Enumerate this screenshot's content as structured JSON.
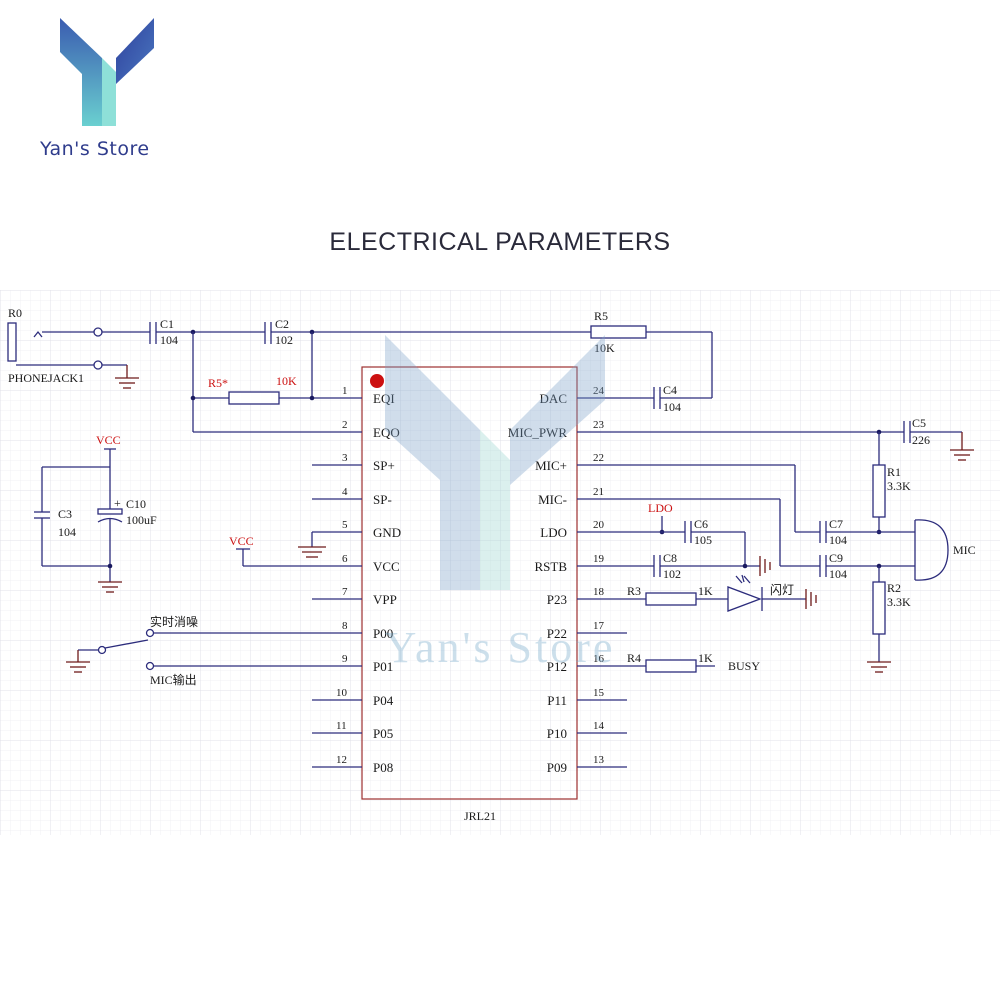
{
  "brand": {
    "name": "Yan's Store",
    "watermark": "Yan's Store"
  },
  "title": "ELECTRICAL PARAMETERS",
  "chip": {
    "name": "JRL21",
    "left_pins": [
      {
        "num": "1",
        "label": "EQI"
      },
      {
        "num": "2",
        "label": "EQO"
      },
      {
        "num": "3",
        "label": "SP+"
      },
      {
        "num": "4",
        "label": "SP-"
      },
      {
        "num": "5",
        "label": "GND"
      },
      {
        "num": "6",
        "label": "VCC"
      },
      {
        "num": "7",
        "label": "VPP"
      },
      {
        "num": "8",
        "label": "P00"
      },
      {
        "num": "9",
        "label": "P01"
      },
      {
        "num": "10",
        "label": "P04"
      },
      {
        "num": "11",
        "label": "P05"
      },
      {
        "num": "12",
        "label": "P08"
      }
    ],
    "right_pins": [
      {
        "num": "24",
        "label": "DAC"
      },
      {
        "num": "23",
        "label": "MIC_PWR"
      },
      {
        "num": "22",
        "label": "MIC+"
      },
      {
        "num": "21",
        "label": "MIC-"
      },
      {
        "num": "20",
        "label": "LDO"
      },
      {
        "num": "19",
        "label": "RSTB"
      },
      {
        "num": "18",
        "label": "P23"
      },
      {
        "num": "17",
        "label": "P22"
      },
      {
        "num": "16",
        "label": "P12"
      },
      {
        "num": "15",
        "label": "P11"
      },
      {
        "num": "14",
        "label": "P10"
      },
      {
        "num": "13",
        "label": "P09"
      }
    ]
  },
  "labels": {
    "r0": "R0",
    "phonejack": "PHONEJACK1",
    "c1_name": "C1",
    "c1_val": "104",
    "c2_name": "C2",
    "c2_val": "102",
    "r5star_name": "R5*",
    "r5star_val": "10K",
    "r5_name": "R5",
    "r5_val": "10K",
    "c4_name": "C4",
    "c4_val": "104",
    "c5_name": "C5",
    "c5_val": "226",
    "r1_name": "R1",
    "r1_val": "3.3K",
    "c7_name": "C7",
    "c7_val": "104",
    "c9_name": "C9",
    "c9_val": "104",
    "r2_name": "R2",
    "r2_val": "3.3K",
    "mic": "MIC",
    "ldo": "LDO",
    "c6_name": "C6",
    "c6_val": "105",
    "c8_name": "C8",
    "c8_val": "102",
    "r3_name": "R3",
    "r3_val": "1K",
    "r4_name": "R4",
    "r4_val": "1K",
    "led_label": "闪灯",
    "busy": "BUSY",
    "vcc_top": "VCC",
    "vcc_mid": "VCC",
    "c3_name": "C3",
    "c3_val": "104",
    "c10_plus": "+",
    "c10_name": "C10",
    "c10_val": "100uF",
    "sw_top": "实时消噪",
    "sw_bottom": "MIC输出"
  },
  "colors": {
    "wire": "#2c2c7c",
    "accent_red": "#cc1010",
    "grid": "#e9e9ee",
    "watermark": "#8ab8d8"
  }
}
